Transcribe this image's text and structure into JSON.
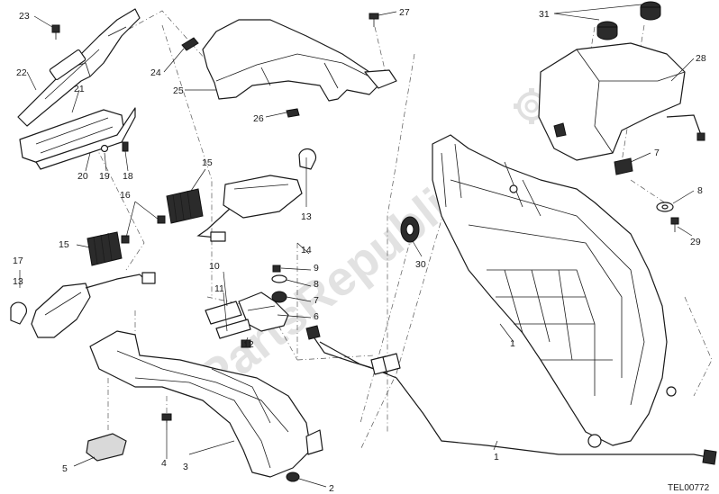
{
  "watermark": "PartsRepublik",
  "reference_code": "TEL00772",
  "callouts": {
    "c1": "1",
    "c2": "2",
    "c3": "3",
    "c4": "4",
    "c5": "5",
    "c6": "6",
    "c7a": "7",
    "c7b": "7",
    "c8a": "8",
    "c8b": "8",
    "c9": "9",
    "c10": "10",
    "c11": "11",
    "c12": "12",
    "c13a": "13",
    "c13b": "13",
    "c14": "14",
    "c15a": "15",
    "c15b": "15",
    "c16": "16",
    "c17": "17",
    "c18": "18",
    "c19": "19",
    "c20": "20",
    "c21": "21",
    "c22": "22",
    "c23": "23",
    "c24": "24",
    "c25": "25",
    "c26": "26",
    "c27": "27",
    "c28": "28",
    "c29": "29",
    "c30": "30",
    "c31": "31"
  },
  "colors": {
    "line": "#1a1a1a",
    "watermark": "#9a9a9a",
    "background": "#ffffff"
  }
}
